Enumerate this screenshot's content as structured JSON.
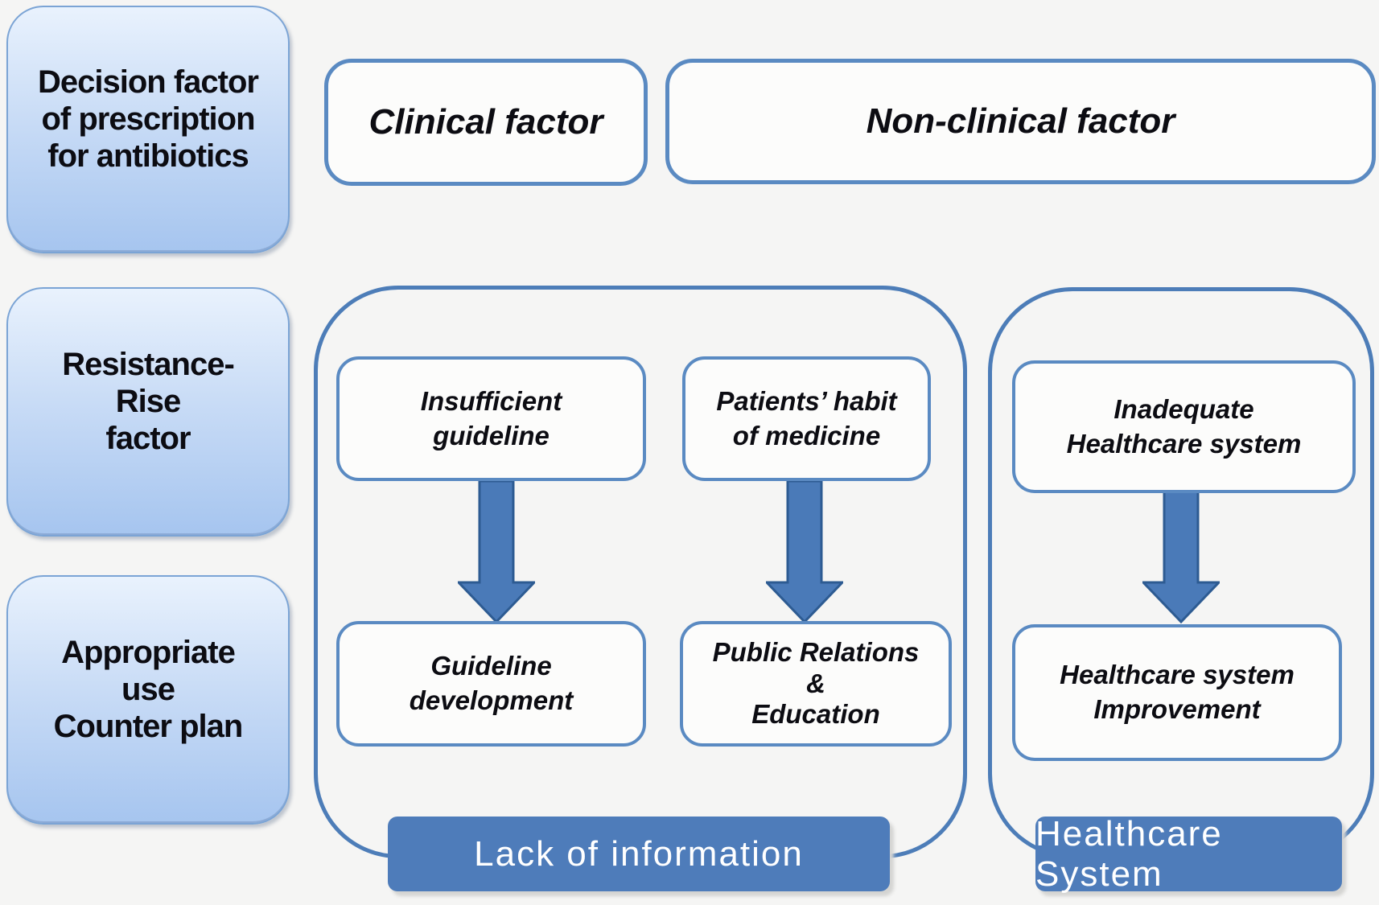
{
  "colors": {
    "background": "#f5f5f4",
    "text": "#0c0c12",
    "side_top": "#e9f2fd",
    "side_mid": "#c9dcf6",
    "side_bottom": "#a6c5ef",
    "side_border": "#7ba4d5",
    "box_border": "#5a8ac2",
    "box_fill": "#fcfcfb",
    "group_border": "#4d7db8",
    "arrow_fill": "#4a7ab8",
    "arrow_stroke": "#2d5b92",
    "label_fill": "#4e7cba",
    "label_text": "#ffffff"
  },
  "row_headers": {
    "decision": "Decision factor\nof prescription\nfor antibiotics",
    "resistance": "Resistance-\nRise\nfactor",
    "counterplan": "Appropriate\nuse\nCounter plan"
  },
  "column_headers": {
    "clinical": "Clinical factor",
    "nonclinical": "Non-clinical factor"
  },
  "groups": [
    {
      "label": "Lack of information",
      "items": [
        {
          "factor": "Insufficient\nguideline",
          "counter": "Guideline\ndevelopment"
        },
        {
          "factor": "Patients’ habit\nof medicine",
          "counter": "Public Relations\n&\nEducation"
        }
      ]
    },
    {
      "label": "Healthcare System",
      "items": [
        {
          "factor": "Inadequate\nHealthcare system",
          "counter": "Healthcare system\nImprovement"
        }
      ]
    }
  ]
}
